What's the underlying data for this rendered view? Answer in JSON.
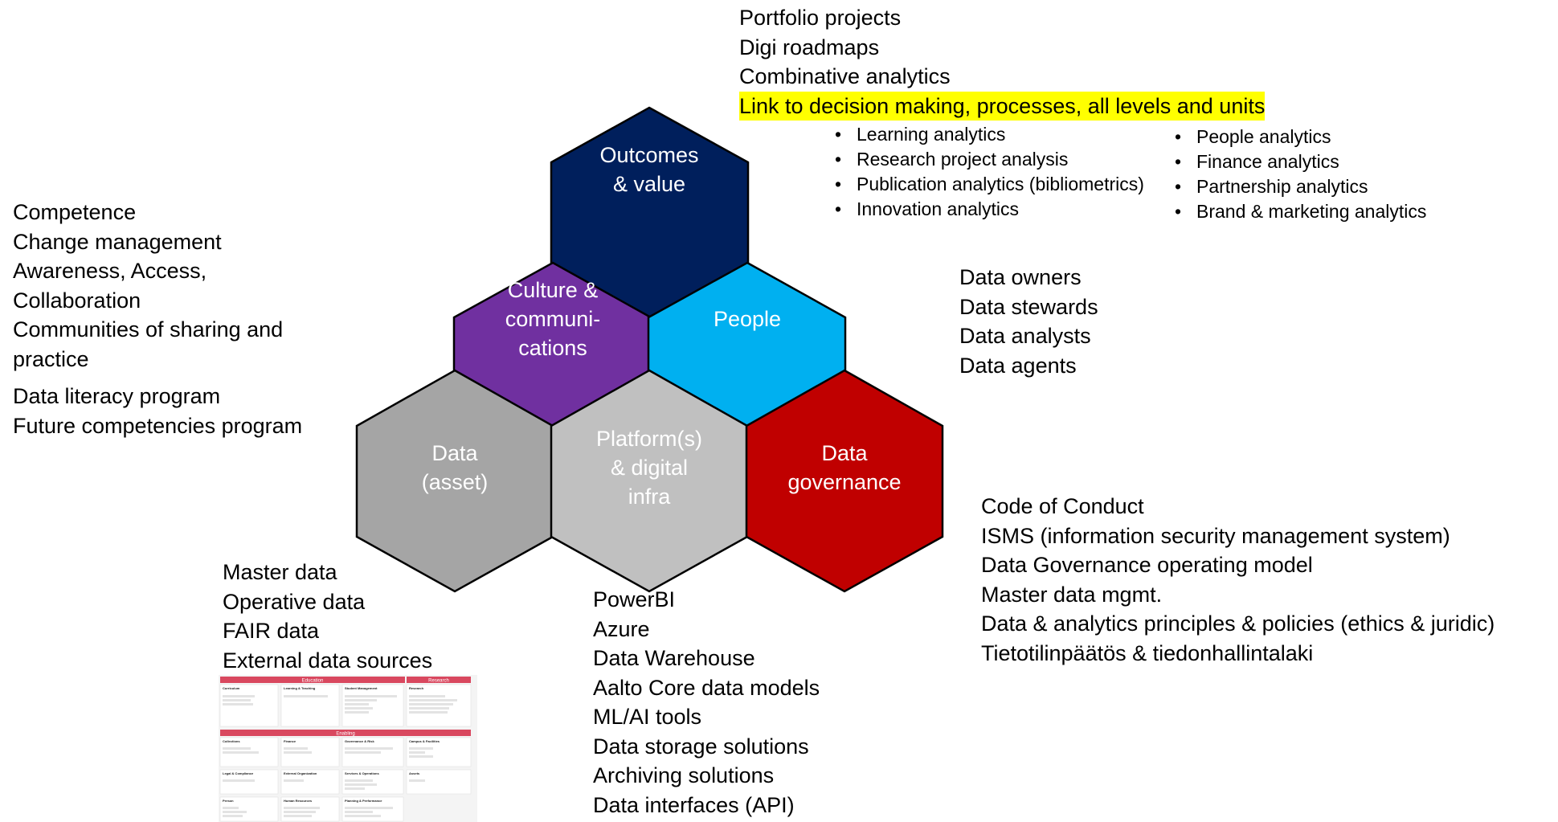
{
  "hexagons": [
    {
      "id": "outcomes",
      "label": "Outcomes\n& value",
      "fill": "#001f5c"
    },
    {
      "id": "culture",
      "label": "Culture &\ncommuni-\ncations",
      "fill": "#7030a0"
    },
    {
      "id": "people",
      "label": "People",
      "fill": "#00b0f0"
    },
    {
      "id": "data",
      "label": "Data\n(asset)",
      "fill": "#a5a5a5"
    },
    {
      "id": "platform",
      "label": "Platform(s)\n& digital\ninfra",
      "fill": "#c0c0c0"
    },
    {
      "id": "governance",
      "label": "Data\ngovernance",
      "fill": "#c00000"
    }
  ],
  "outcomes_text": {
    "lines": [
      "Portfolio projects",
      "Digi roadmaps",
      "Combinative analytics"
    ],
    "highlight": "Link to decision making, processes, all levels and units",
    "highlight_color": "#ffff00",
    "bullets_left": [
      "Learning analytics",
      "Research project analysis",
      "Publication analytics (bibliometrics)",
      "Innovation analytics"
    ],
    "bullets_right": [
      "People analytics",
      "Finance analytics",
      "Partnership analytics",
      "Brand & marketing analytics"
    ]
  },
  "culture_text": {
    "lines": [
      "Competence",
      "Change management",
      "Awareness, Access,",
      "Collaboration",
      "Communities of sharing and",
      "practice"
    ],
    "lines2": [
      "Data literacy program",
      "Future competencies program"
    ]
  },
  "people_text": {
    "lines": [
      "Data owners",
      "Data stewards",
      "Data analysts",
      "Data agents"
    ]
  },
  "governance_text": {
    "lines": [
      "Code of Conduct",
      "ISMS (information security management system)",
      "Data Governance operating model",
      "Master data mgmt.",
      "Data & analytics principles & policies (ethics & juridic)",
      "Tietotilinpäätös & tiedonhallintalaki"
    ]
  },
  "data_text": {
    "lines": [
      "Master data",
      "Operative data",
      "FAIR data",
      "External data sources"
    ]
  },
  "platform_text": {
    "lines": [
      "PowerBI",
      "Azure",
      "Data Warehouse",
      "Aalto Core data models",
      "ML/AI tools",
      "Data storage solutions",
      "Archiving solutions",
      "Data interfaces (API)"
    ]
  },
  "thumbnail": {
    "header_color": "#d9485f",
    "sections": [
      {
        "title": "Education"
      },
      {
        "title": "Research"
      },
      {
        "title": "Enabling"
      }
    ],
    "cards": [
      {
        "title": "Curriculum"
      },
      {
        "title": "Learning & Teaching"
      },
      {
        "title": "Student Management"
      },
      {
        "title": "Research"
      },
      {
        "title": "Collections"
      },
      {
        "title": "Finance"
      },
      {
        "title": "Governance & Risk"
      },
      {
        "title": "Campus & Facilities"
      },
      {
        "title": "Legal & Compliance"
      },
      {
        "title": "External Organization"
      },
      {
        "title": "Services & Operations"
      },
      {
        "title": "Assets"
      },
      {
        "title": "Person"
      },
      {
        "title": "Human Resources"
      },
      {
        "title": "Planning & Performance"
      }
    ]
  }
}
